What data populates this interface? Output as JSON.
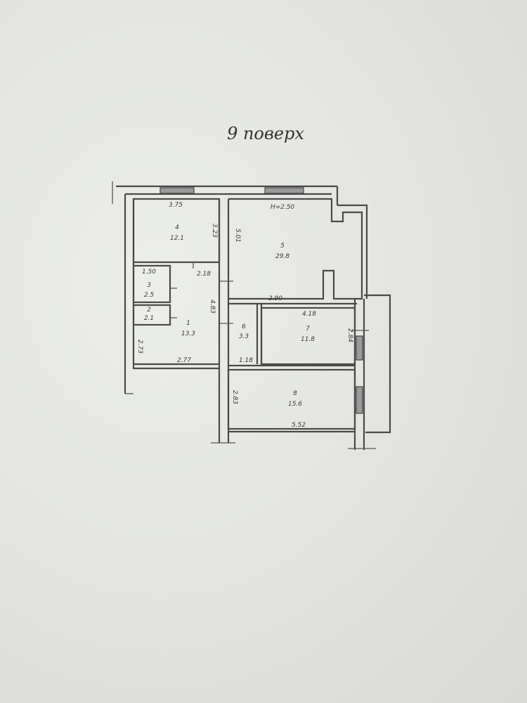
{
  "title": "9 поверх",
  "ceiling_height": "H=2.50",
  "rooms": [
    {
      "no": "1",
      "area": "13.3"
    },
    {
      "no": "2",
      "area": "2.1"
    },
    {
      "no": "3",
      "area": "2.5"
    },
    {
      "no": "4",
      "area": "12.1"
    },
    {
      "no": "5",
      "area": "29.8"
    },
    {
      "no": "6",
      "area": "3.3"
    },
    {
      "no": "7",
      "area": "11.8"
    },
    {
      "no": "8",
      "area": "15.6"
    }
  ],
  "dimensions": {
    "room4_width": "3.75",
    "room4_depth": "3.23",
    "room5_depth": "5.01",
    "room3_width": "1.50",
    "hall_width": "2.18",
    "hall_depth": "4.83",
    "room5_width": "2.90",
    "room7_width": "4.18",
    "room7_depth": "2.84",
    "room1_width": "2.77",
    "room6_width": "1.18",
    "left_depth": "2.73",
    "room8_depth": "2.83",
    "room8_width": "5.52"
  }
}
